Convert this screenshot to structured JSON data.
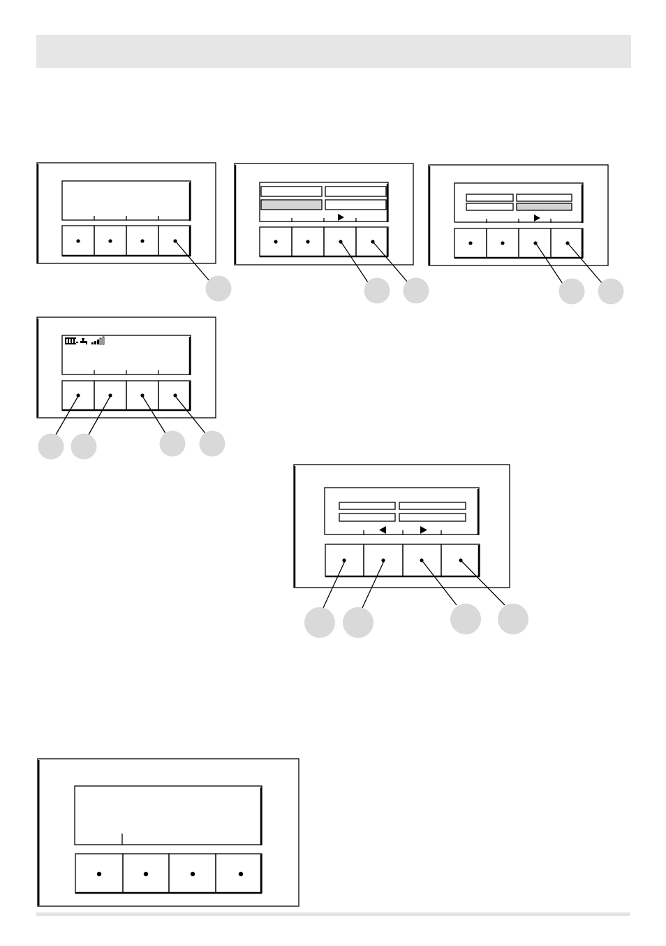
{
  "header": {
    "title": ""
  },
  "colors": {
    "line": "#000000",
    "band": "#e6e6e6",
    "callout": "#d9d9d9",
    "field_fill": "#d4d4d4"
  },
  "panels": [
    {
      "id": "panel-1",
      "name": "display-panel-blank",
      "fields": [],
      "arrows": [],
      "icons": [],
      "callouts": 1
    },
    {
      "id": "panel-2",
      "name": "display-panel-fields-left-highlight",
      "fields": 4,
      "highlighted_field": "bottom-left",
      "arrows": [
        "right"
      ],
      "callouts": 2
    },
    {
      "id": "panel-3",
      "name": "display-panel-fields-right-highlight",
      "fields": 4,
      "highlighted_field": "bottom-right",
      "arrows": [
        "right"
      ],
      "callouts": 2
    },
    {
      "id": "panel-4",
      "name": "display-panel-status-icons",
      "icons": [
        "radiator-icon",
        "tap-icon",
        "signal-strength-icon"
      ],
      "callouts": 4
    },
    {
      "id": "panel-5",
      "name": "display-panel-fields-two-arrows",
      "fields": 4,
      "arrows": [
        "left",
        "right"
      ],
      "callouts": 4
    },
    {
      "id": "panel-6",
      "name": "display-panel-large-blank",
      "callouts": 0
    }
  ]
}
